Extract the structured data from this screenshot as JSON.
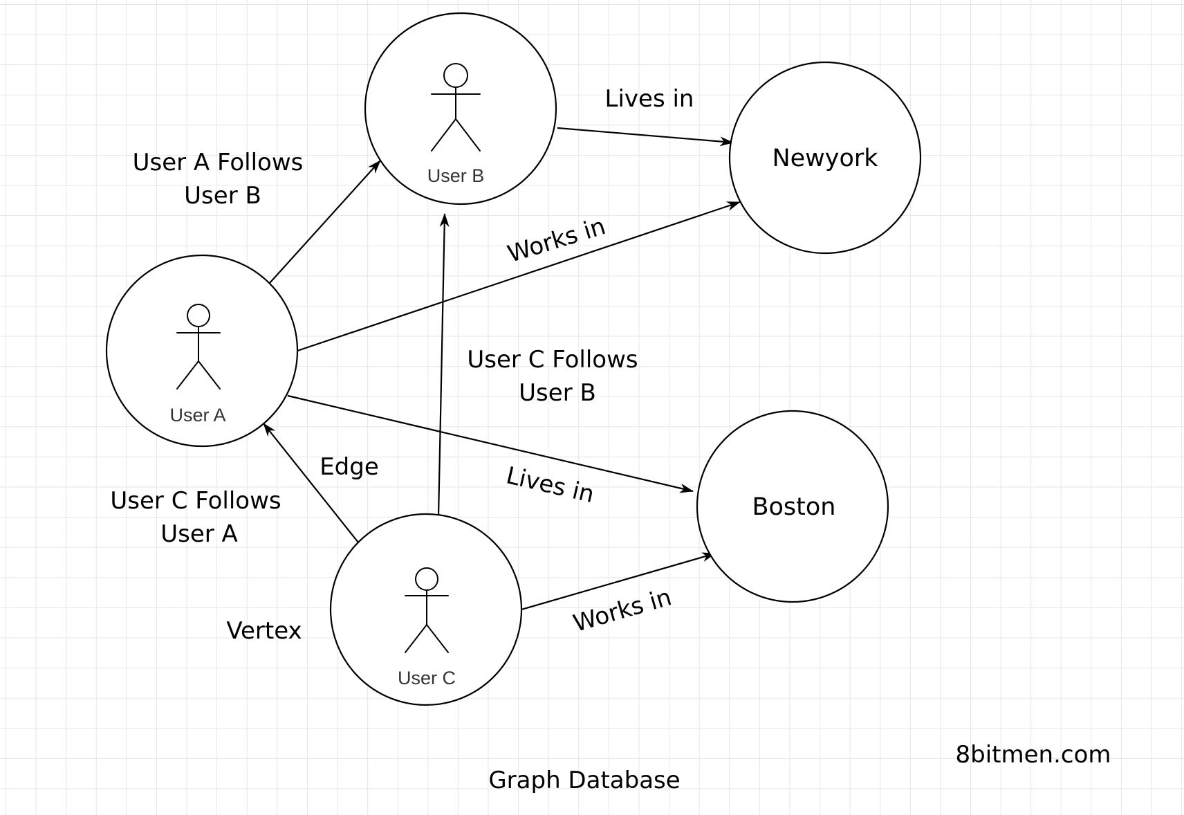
{
  "diagram": {
    "nodes": [
      {
        "id": "user_a",
        "label": "User A",
        "kind": "person"
      },
      {
        "id": "user_b",
        "label": "User B",
        "kind": "person"
      },
      {
        "id": "user_c",
        "label": "User C",
        "kind": "person"
      },
      {
        "id": "newyork",
        "label": "Newyork",
        "kind": "place"
      },
      {
        "id": "boston",
        "label": "Boston",
        "kind": "place"
      }
    ],
    "edges": [
      {
        "from": "user_a",
        "to": "user_b",
        "label_lines": [
          "User A Follows",
          "User B"
        ]
      },
      {
        "from": "user_b",
        "to": "newyork",
        "label_lines": [
          "Lives in"
        ]
      },
      {
        "from": "user_a",
        "to": "newyork",
        "label_lines": [
          "Works in"
        ]
      },
      {
        "from": "user_a",
        "to": "boston",
        "label_lines": [
          "Lives in"
        ]
      },
      {
        "from": "user_c",
        "to": "user_b",
        "label_lines": [
          "User C Follows",
          "User B"
        ]
      },
      {
        "from": "user_c",
        "to": "user_a",
        "label_lines": [
          "User C Follows",
          "User A"
        ]
      },
      {
        "from": "user_c",
        "to": "boston",
        "label_lines": [
          "Works in"
        ]
      }
    ],
    "annotations": {
      "edge": "Edge",
      "vertex": "Vertex"
    },
    "caption": "Graph Database",
    "watermark": "8bitmen.com"
  }
}
